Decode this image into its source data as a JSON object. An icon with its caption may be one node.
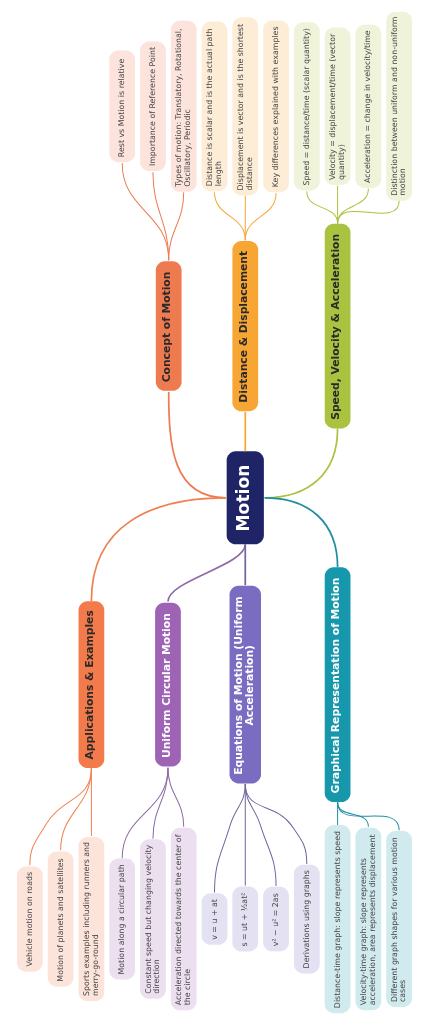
{
  "diagram": {
    "nodes": [
      {
        "text": [
          "Motion"
        ]
      },
      {
        "text": [
          "Concept of Motion"
        ]
      },
      {
        "text": [
          "Rest vs Motion is relative"
        ]
      },
      {
        "text": [
          "Importance of Reference Point"
        ]
      },
      {
        "text": [
          "Types of motion: Translatory, Rotational, Oscillatory, Periodic"
        ]
      },
      {
        "text": [
          "Distance & Displacement"
        ]
      },
      {
        "text": [
          "Distance is scalar and is the actual path length"
        ]
      },
      {
        "text": [
          "Displacement is vector and is the shortest distance"
        ]
      },
      {
        "text": [
          "Key differences explained with examples"
        ]
      },
      {
        "text": [
          "Speed, Velocity & Acceleration"
        ]
      },
      {
        "text": [
          "Speed = distance/time (scalar quantity)"
        ]
      },
      {
        "text": [
          "Velocity = displacement/time (vector quantity)"
        ]
      },
      {
        "text": [
          "Acceleration = change in velocity/time"
        ]
      },
      {
        "text": [
          "Distinction between uniform and non-uniform motion"
        ]
      },
      {
        "text": [
          "Applications & Examples"
        ]
      },
      {
        "text": [
          "Vehicle motion on roads"
        ]
      },
      {
        "text": [
          "Motion of planets and satellites"
        ]
      },
      {
        "text": [
          "Sports examples including runners and merry-go-round"
        ]
      },
      {
        "text": [
          "Uniform Circular Motion"
        ]
      },
      {
        "text": [
          "Motion along a circular path"
        ]
      },
      {
        "text": [
          "Constant speed but changing velocity direction"
        ]
      },
      {
        "text": [
          "Acceleration directed towards the center of the circle"
        ]
      },
      {
        "text": [
          "Equations of Motion (Uniform Acceleration)"
        ]
      },
      {
        "text": [
          "v = u + at"
        ]
      },
      {
        "text": [
          "s = ut + ½at²"
        ]
      },
      {
        "text": [
          "v² − u² = 2as"
        ]
      },
      {
        "text": [
          "Derivations using graphs"
        ]
      },
      {
        "text": [
          "Graphical Representation of Motion"
        ]
      },
      {
        "text": [
          "Distance-time graph: slope represents speed"
        ]
      },
      {
        "text": [
          "Velocity-time graph: slope represents acceleration, area represents displacement"
        ]
      },
      {
        "text": [
          "Different graph shapes for various motion cases"
        ]
      }
    ],
    "edges": [
      {
        "from": 0,
        "to": 1,
        "arrow": "none",
        "color": "#ee7a50"
      },
      {
        "from": 1,
        "to": 2,
        "arrow": "none",
        "color": "#ee7a50"
      },
      {
        "from": 1,
        "to": 3,
        "arrow": "none",
        "color": "#ee7a50"
      },
      {
        "from": 1,
        "to": 4,
        "arrow": "none",
        "color": "#ee7a50"
      },
      {
        "from": 0,
        "to": 5,
        "arrow": "none",
        "color": "#f7a634"
      },
      {
        "from": 5,
        "to": 6,
        "arrow": "none",
        "color": "#f7a634"
      },
      {
        "from": 5,
        "to": 7,
        "arrow": "none",
        "color": "#f7a634"
      },
      {
        "from": 5,
        "to": 8,
        "arrow": "none",
        "color": "#f7a634"
      },
      {
        "from": 0,
        "to": 9,
        "arrow": "none",
        "color": "#a9c23f"
      },
      {
        "from": 9,
        "to": 10,
        "arrow": "none",
        "color": "#a9c23f"
      },
      {
        "from": 9,
        "to": 11,
        "arrow": "none",
        "color": "#a9c23f"
      },
      {
        "from": 9,
        "to": 12,
        "arrow": "none",
        "color": "#a9c23f"
      },
      {
        "from": 9,
        "to": 13,
        "arrow": "none",
        "color": "#a9c23f"
      },
      {
        "from": 0,
        "to": 14,
        "arrow": "none",
        "color": "#f08050"
      },
      {
        "from": 14,
        "to": 15,
        "arrow": "none",
        "color": "#f08050"
      },
      {
        "from": 14,
        "to": 16,
        "arrow": "none",
        "color": "#f08050"
      },
      {
        "from": 14,
        "to": 17,
        "arrow": "none",
        "color": "#f08050"
      },
      {
        "from": 0,
        "to": 18,
        "arrow": "none",
        "color": "#8e6aa6"
      },
      {
        "from": 18,
        "to": 19,
        "arrow": "none",
        "color": "#8e6aa6"
      },
      {
        "from": 18,
        "to": 20,
        "arrow": "none",
        "color": "#8e6aa6"
      },
      {
        "from": 18,
        "to": 21,
        "arrow": "none",
        "color": "#8e6aa6"
      },
      {
        "from": 0,
        "to": 22,
        "arrow": "none",
        "color": "#6f659f"
      },
      {
        "from": 22,
        "to": 23,
        "arrow": "none",
        "color": "#6f659f"
      },
      {
        "from": 22,
        "to": 24,
        "arrow": "none",
        "color": "#6f659f"
      },
      {
        "from": 22,
        "to": 25,
        "arrow": "none",
        "color": "#6f659f"
      },
      {
        "from": 22,
        "to": 26,
        "arrow": "none",
        "color": "#6f659f"
      },
      {
        "from": 0,
        "to": 27,
        "arrow": "none",
        "color": "#1f8fa0"
      },
      {
        "from": 27,
        "to": 28,
        "arrow": "none",
        "color": "#1f8fa0"
      },
      {
        "from": 27,
        "to": 29,
        "arrow": "none",
        "color": "#1f8fa0"
      },
      {
        "from": 27,
        "to": 30,
        "arrow": "none",
        "color": "#1f8fa0"
      }
    ]
  }
}
